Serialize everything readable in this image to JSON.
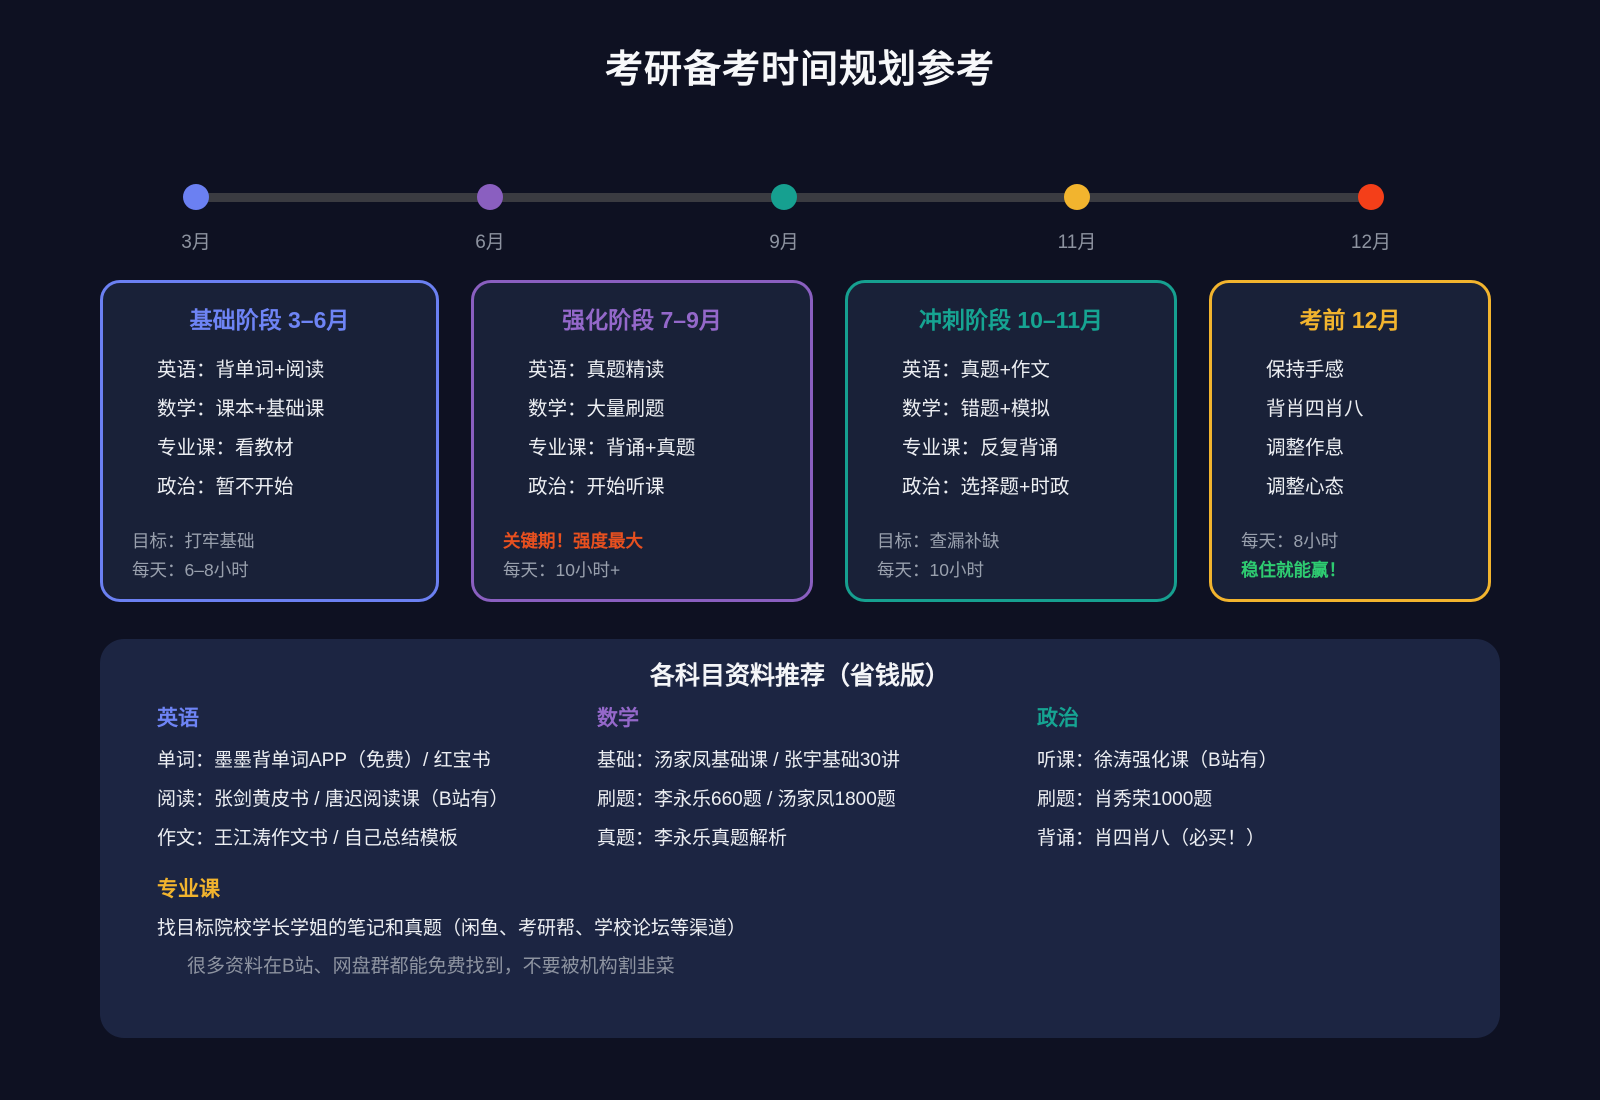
{
  "page": {
    "title": "考研备考时间规划参考"
  },
  "palette": {
    "background": "#0e1122",
    "panel_background": "#1c2542",
    "card_background": "#192138",
    "text_primary": "#eceef2",
    "text_muted": "#99a0ad",
    "timeline_line": "#3a3b41",
    "blue": "#6b80f2",
    "purple": "#8a5fc0",
    "teal": "#16a090",
    "gold": "#f2b42e",
    "red": "#f43f19",
    "alert_red": "#e8501f",
    "success_green": "#2ecc71"
  },
  "timeline": {
    "milestones": [
      {
        "label": "3月",
        "color": "#6b80f2"
      },
      {
        "label": "6月",
        "color": "#8a5fc0"
      },
      {
        "label": "9月",
        "color": "#16a090"
      },
      {
        "label": "11月",
        "color": "#f2b42e"
      },
      {
        "label": "12月",
        "color": "#f43f19"
      }
    ]
  },
  "stages": [
    {
      "title": "基础阶段 3–6月",
      "accent": "#6b80f2",
      "items": [
        "英语：背单词+阅读",
        "数学：课本+基础课",
        "专业课：看教材",
        "政治：暂不开始"
      ],
      "notes": [
        {
          "text": "目标：打牢基础",
          "type": "muted"
        },
        {
          "text": "每天：6–8小时",
          "type": "muted"
        }
      ]
    },
    {
      "title": "强化阶段 7–9月",
      "accent": "#8a5fc0",
      "items": [
        "英语：真题精读",
        "数学：大量刷题",
        "专业课：背诵+真题",
        "政治：开始听课"
      ],
      "notes": [
        {
          "text": "关键期！强度最大",
          "type": "alert"
        },
        {
          "text": "每天：10小时+",
          "type": "muted"
        }
      ]
    },
    {
      "title": "冲刺阶段 10–11月",
      "accent": "#16a090",
      "items": [
        "英语：真题+作文",
        "数学：错题+模拟",
        "专业课：反复背诵",
        "政治：选择题+时政"
      ],
      "notes": [
        {
          "text": "目标：查漏补缺",
          "type": "muted"
        },
        {
          "text": "每天：10小时",
          "type": "muted"
        }
      ]
    },
    {
      "title": "考前 12月",
      "accent": "#f2b42e",
      "items": [
        "保持手感",
        "背肖四肖八",
        "调整作息",
        "调整心态"
      ],
      "notes": [
        {
          "text": "每天：8小时",
          "type": "muted"
        },
        {
          "text": "稳住就能赢！",
          "type": "success"
        }
      ]
    }
  ],
  "resources": {
    "title": "各科目资料推荐（省钱版）",
    "columns": [
      {
        "heading": "英语",
        "color": "#6b80f2",
        "rows": [
          "单词：墨墨背单词APP（免费）/ 红宝书",
          "阅读：张剑黄皮书 / 唐迟阅读课（B站有）",
          "作文：王江涛作文书 / 自己总结模板"
        ]
      },
      {
        "heading": "数学",
        "color": "#8a5fc0",
        "rows": [
          "基础：汤家凤基础课 / 张宇基础30讲",
          "刷题：李永乐660题 / 汤家凤1800题",
          "真题：李永乐真题解析"
        ]
      },
      {
        "heading": "政治",
        "color": "#16a090",
        "rows": [
          "听课：徐涛强化课（B站有）",
          "刷题：肖秀荣1000题",
          "背诵：肖四肖八（必买！）"
        ]
      }
    ],
    "major": {
      "heading": "专业课",
      "color": "#f2b42e",
      "line": "找目标院校学长学姐的笔记和真题（闲鱼、考研帮、学校论坛等渠道）",
      "note": "很多资料在B站、网盘群都能免费找到，不要被机构割韭菜"
    }
  }
}
